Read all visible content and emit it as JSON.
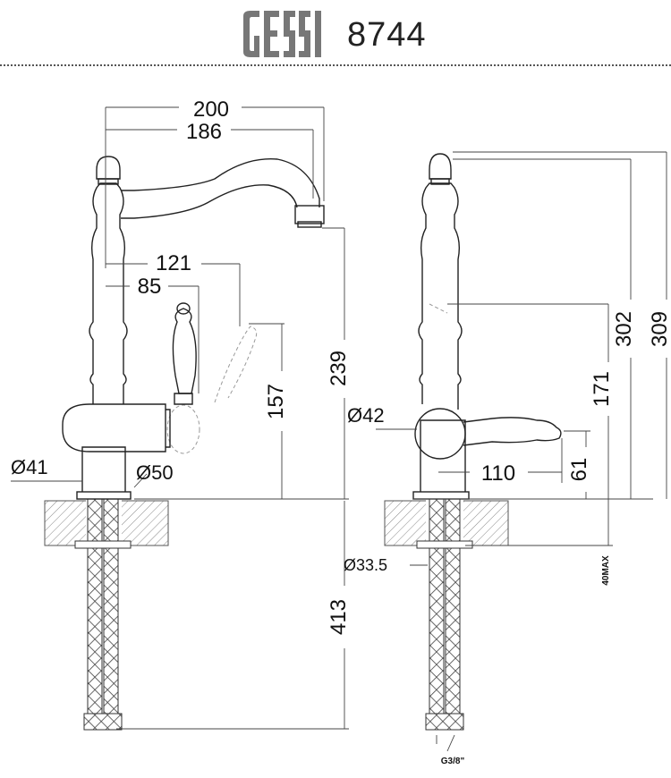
{
  "header": {
    "brand": "GESSI",
    "model": "8744"
  },
  "dimensions": {
    "d200": "200",
    "d186": "186",
    "d121": "121",
    "d85": "85",
    "d239": "239",
    "d157": "157",
    "d41": "Ø41",
    "d50": "Ø50",
    "d413": "413",
    "d302": "302",
    "d309": "309",
    "d171": "171",
    "d42": "Ø42",
    "d110": "110",
    "d61": "61",
    "d33": "Ø33.5",
    "d40max": "40MAX",
    "dG38": "G3/8\""
  }
}
